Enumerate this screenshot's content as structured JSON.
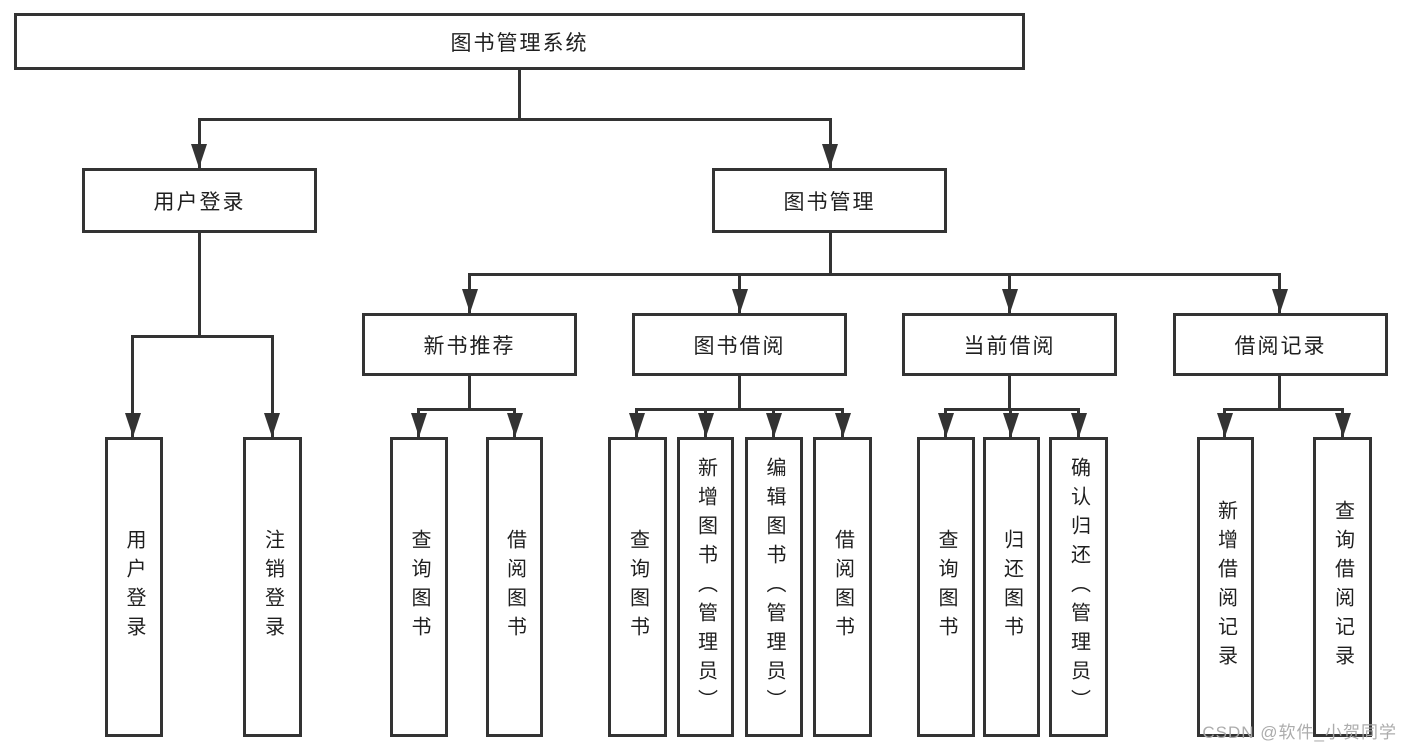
{
  "diagram": {
    "root_label": "图书管理系统",
    "login_branch": {
      "label": "用户登录",
      "children": [
        "用户登录",
        "注销登录"
      ]
    },
    "management_branch": {
      "label": "图书管理",
      "groups": [
        {
          "label": "新书推荐",
          "children": [
            "查询图书",
            "借阅图书"
          ]
        },
        {
          "label": "图书借阅",
          "children": [
            "查询图书",
            "新增图书（管理员）",
            "编辑图书（管理员）",
            "借阅图书"
          ]
        },
        {
          "label": "当前借阅",
          "children": [
            "查询图书",
            "归还图书",
            "确认归还（管理员）"
          ]
        },
        {
          "label": "借阅记录",
          "children": [
            "新增借阅记录",
            "查询借阅记录"
          ]
        }
      ]
    }
  },
  "watermark": {
    "text": "CSDN @软件_小贺同学"
  },
  "colors": {
    "line": "#333333",
    "text": "#1f1f1f",
    "background": "#ffffff",
    "watermark": "#a8a8a8"
  }
}
